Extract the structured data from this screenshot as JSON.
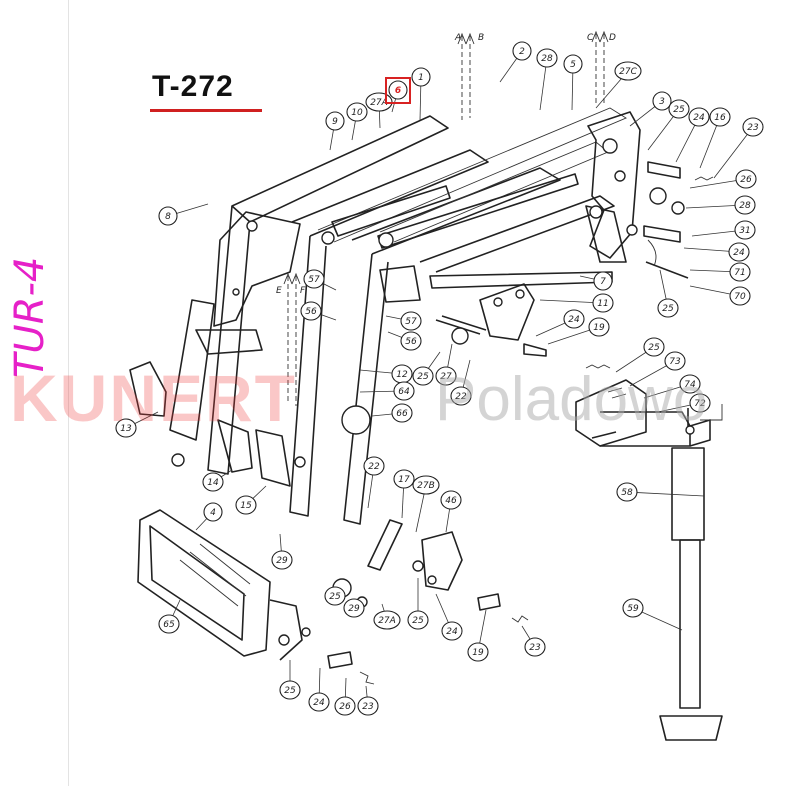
{
  "title": "T-272",
  "side_label": "TUR-4",
  "watermark": {
    "brand": "KUNERT",
    "tagline": "Poladowo"
  },
  "highlighted_part": "6",
  "parts": [
    {
      "label": "1"
    },
    {
      "label": "2"
    },
    {
      "label": "28"
    },
    {
      "label": "5"
    },
    {
      "label": "27C"
    },
    {
      "label": "6"
    },
    {
      "label": "27A"
    },
    {
      "label": "10"
    },
    {
      "label": "9"
    },
    {
      "label": "8"
    },
    {
      "label": "3"
    },
    {
      "label": "25"
    },
    {
      "label": "24"
    },
    {
      "label": "16"
    },
    {
      "label": "23"
    },
    {
      "label": "26"
    },
    {
      "label": "28"
    },
    {
      "label": "31"
    },
    {
      "label": "24"
    },
    {
      "label": "71"
    },
    {
      "label": "70"
    },
    {
      "label": "25"
    },
    {
      "label": "7"
    },
    {
      "label": "11"
    },
    {
      "label": "57"
    },
    {
      "label": "56"
    },
    {
      "label": "57"
    },
    {
      "label": "56"
    },
    {
      "label": "24"
    },
    {
      "label": "19"
    },
    {
      "label": "25"
    },
    {
      "label": "27"
    },
    {
      "label": "22"
    },
    {
      "label": "12"
    },
    {
      "label": "64"
    },
    {
      "label": "66"
    },
    {
      "label": "13"
    },
    {
      "label": "25"
    },
    {
      "label": "73"
    },
    {
      "label": "74"
    },
    {
      "label": "72"
    },
    {
      "label": "14"
    },
    {
      "label": "15"
    },
    {
      "label": "58"
    },
    {
      "label": "22"
    },
    {
      "label": "17"
    },
    {
      "label": "27B"
    },
    {
      "label": "46"
    },
    {
      "label": "4"
    },
    {
      "label": "29"
    },
    {
      "label": "65"
    },
    {
      "label": "25"
    },
    {
      "label": "29"
    },
    {
      "label": "27A"
    },
    {
      "label": "25"
    },
    {
      "label": "24"
    },
    {
      "label": "19"
    },
    {
      "label": "23"
    },
    {
      "label": "59"
    },
    {
      "label": "25"
    },
    {
      "label": "24"
    },
    {
      "label": "26"
    },
    {
      "label": "23"
    }
  ],
  "arrow_labels": [
    {
      "label": "A"
    },
    {
      "label": "B"
    },
    {
      "label": "C"
    },
    {
      "label": "D"
    },
    {
      "label": "E"
    },
    {
      "label": "F"
    }
  ]
}
